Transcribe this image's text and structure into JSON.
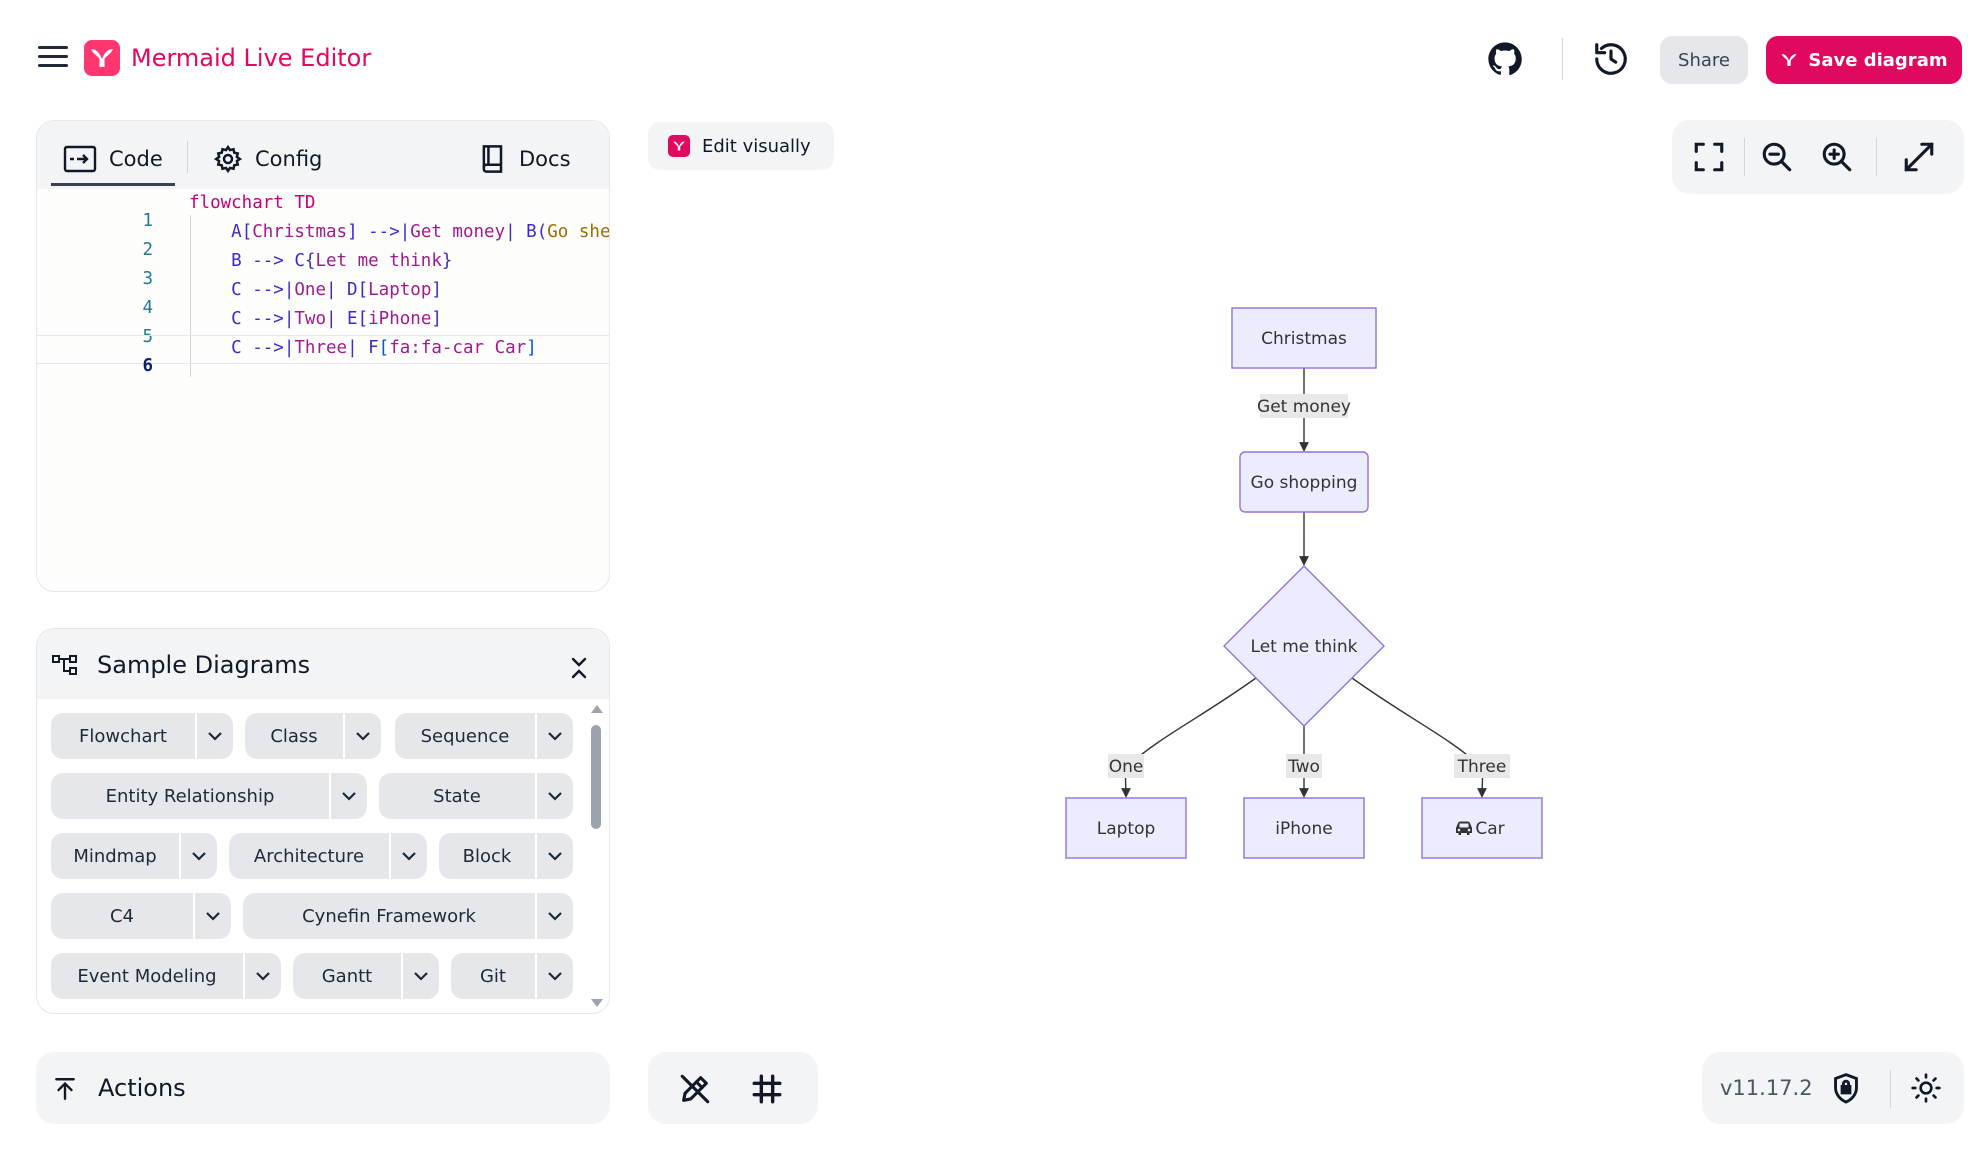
{
  "header": {
    "app_title": "Mermaid Live Editor",
    "share_label": "Share",
    "save_label": "Save diagram"
  },
  "editor": {
    "tabs": [
      {
        "label": "Code",
        "icon": "code-icon",
        "active": true
      },
      {
        "label": "Config",
        "icon": "gear-icon",
        "active": false
      },
      {
        "label": "Docs",
        "icon": "book-icon",
        "active": false
      }
    ],
    "line_numbers": [
      "1",
      "2",
      "3",
      "4",
      "5",
      "6"
    ],
    "lines": [
      "flowchart TD",
      "    A[Christmas] -->|Get money| B(Go shopping)",
      "    B --> C{Let me think}",
      "    C -->|One| D[Laptop]",
      "    C -->|Two| E[iPhone]",
      "    C -->|Three| F[fa:fa-car Car]"
    ],
    "active_line": 6
  },
  "samples": {
    "title": "Sample Diagrams",
    "items": [
      "Flowchart",
      "Class",
      "Sequence",
      "Entity Relationship",
      "State",
      "Mindmap",
      "Architecture",
      "Block",
      "C4",
      "Cynefin Framework",
      "Event Modeling",
      "Gantt",
      "Git"
    ]
  },
  "actions": {
    "label": "Actions"
  },
  "edit_visually": {
    "label": "Edit visually"
  },
  "version": "v11.17.2",
  "diagram": {
    "nodes": {
      "A": "Christmas",
      "B": "Go shopping",
      "C": "Let me think",
      "D": "Laptop",
      "E": "iPhone",
      "F": "Car"
    },
    "edge_labels": {
      "AB": "Get money",
      "CD": "One",
      "CE": "Two",
      "CF": "Three"
    },
    "node_fill": "#ECECFF",
    "node_stroke": "#9370DB"
  },
  "colors": {
    "brand": "#e0095f",
    "panel_bg": "#f3f4f6"
  }
}
